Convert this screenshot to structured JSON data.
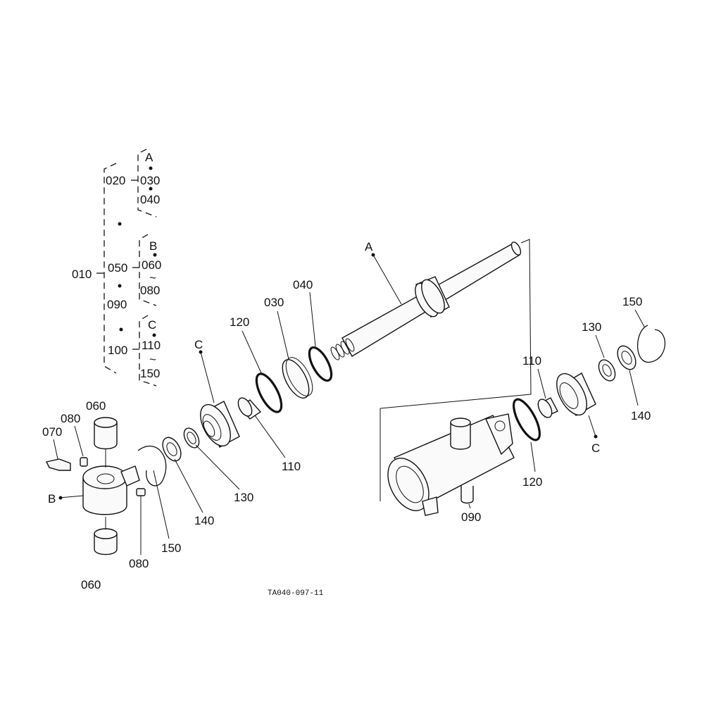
{
  "diagram_code": "TA040-097-11",
  "tree": {
    "root": "010",
    "groups": [
      {
        "id": "020",
        "marker": "A",
        "children": [
          "030",
          "040"
        ]
      },
      {
        "id": "050",
        "marker": "B",
        "children": [
          "060",
          "080"
        ],
        "range_sign": "~"
      },
      {
        "id": "090",
        "marker": "",
        "children": []
      },
      {
        "id": "100",
        "marker": "C",
        "children": [
          "110",
          "150"
        ],
        "range_sign": "~"
      }
    ]
  },
  "callouts": {
    "A": "A",
    "B": "B",
    "C_left": "C",
    "C_right": "C",
    "p030": "030",
    "p040": "040",
    "p120_left": "120",
    "p110_left": "110",
    "p130_left": "130",
    "p140_left": "140",
    "p150_left": "150",
    "p060_top": "060",
    "p060_bottom": "060",
    "p070": "070",
    "p080_top": "080",
    "p080_bottom": "080",
    "p110_right": "110",
    "p120_right": "120",
    "p130_right": "130",
    "p140_right": "140",
    "p150_right": "150",
    "p090": "090"
  }
}
